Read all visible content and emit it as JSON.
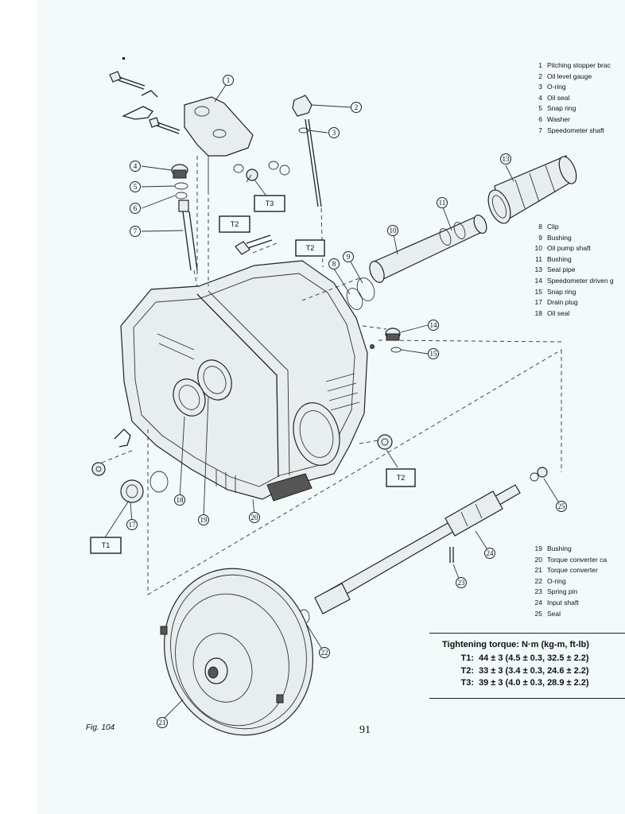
{
  "legend_top": [
    {
      "num": "1",
      "label": "Pitching stopper brac"
    },
    {
      "num": "2",
      "label": "Oil level gauge"
    },
    {
      "num": "3",
      "label": "O-ring"
    },
    {
      "num": "4",
      "label": "Oil seal"
    },
    {
      "num": "5",
      "label": "Snap ring"
    },
    {
      "num": "6",
      "label": "Washer"
    },
    {
      "num": "7",
      "label": "Speedometer shaft"
    }
  ],
  "legend_mid": [
    {
      "num": "8",
      "label": "Clip"
    },
    {
      "num": "9",
      "label": "Bushing"
    },
    {
      "num": "10",
      "label": "Oil pump shaft"
    },
    {
      "num": "11",
      "label": "Bushing"
    },
    {
      "num": "13",
      "label": "Seal pipe"
    },
    {
      "num": "14",
      "label": "Speedometer driven g"
    },
    {
      "num": "15",
      "label": "Snap ring"
    },
    {
      "num": "17",
      "label": "Drain plug"
    },
    {
      "num": "18",
      "label": "Oil seal"
    }
  ],
  "legend_bottom": [
    {
      "num": "19",
      "label": "Bushing"
    },
    {
      "num": "20",
      "label": "Torque converter ca"
    },
    {
      "num": "21",
      "label": "Torque converter"
    },
    {
      "num": "22",
      "label": "O-ring"
    },
    {
      "num": "23",
      "label": "Spring pin"
    },
    {
      "num": "24",
      "label": "Input shaft"
    },
    {
      "num": "25",
      "label": "Seal"
    }
  ],
  "callouts": [
    "1",
    "2",
    "3",
    "4",
    "5",
    "6",
    "7",
    "8",
    "9",
    "10",
    "11",
    "13",
    "14",
    "15",
    "17",
    "18",
    "19",
    "20",
    "21",
    "22",
    "23",
    "24",
    "25"
  ],
  "torque_boxes": [
    "T1",
    "T2",
    "T2",
    "T2",
    "T3"
  ],
  "torque_table": {
    "title": "Tightening torque:  N·m (kg-m, ft-lb)",
    "rows": [
      {
        "key": "T1:",
        "value": "44 ± 3 (4.5 ± 0.3, 32.5 ± 2.2)"
      },
      {
        "key": "T2:",
        "value": "33 ± 3 (3.4 ± 0.3, 24.6 ± 2.2)"
      },
      {
        "key": "T3:",
        "value": "39 ± 3 (4.0 ± 0.3, 28.9 ± 2.2)"
      }
    ]
  },
  "figure_label": "Fig. 104",
  "page_number": "91"
}
